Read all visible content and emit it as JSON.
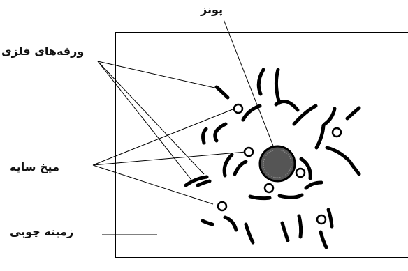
{
  "labels": {
    "tack": "پونز",
    "metal_foils": "ورقه‌های فلزی",
    "shadow_pins": "میخ سایه",
    "wooden_board": "زمینه چوبی"
  }
}
